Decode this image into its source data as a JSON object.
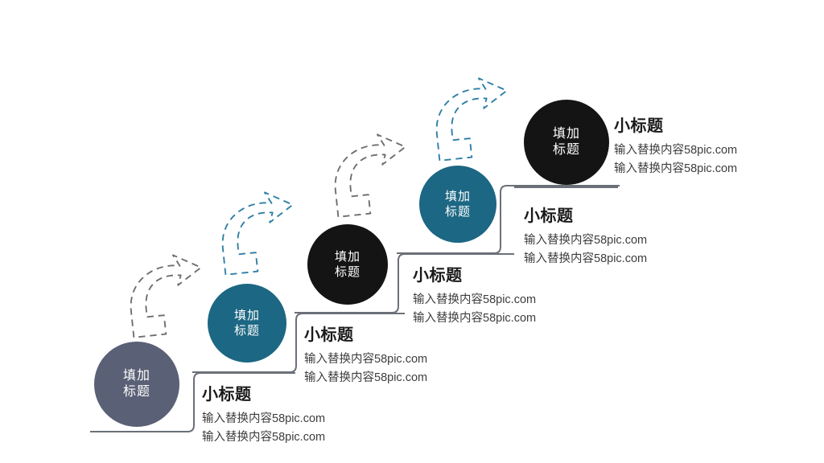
{
  "slide": {
    "background": "#ffffff",
    "palette": {
      "slate": "#5a6075",
      "teal": "#1c6783",
      "black": "#141414",
      "connector_line": "#6b7078",
      "arrow_gray": "#6e6e6e",
      "arrow_blue": "#2e7fa6",
      "heading_text": "#1a1a1a",
      "body_text": "#3d3d3d",
      "circle_text": "#ffffff"
    }
  },
  "steps": [
    {
      "id": "step-1",
      "circle": {
        "fill": "#5a6075",
        "lines": [
          "填加",
          "标题"
        ]
      },
      "text": {
        "heading": "小标题",
        "lines": [
          "输入替换内容58pic.com",
          "输入替换内容58pic.com"
        ]
      }
    },
    {
      "id": "step-2",
      "circle": {
        "fill": "#1c6783",
        "lines": [
          "填加",
          "标题"
        ]
      },
      "text": {
        "heading": "小标题",
        "lines": [
          "输入替换内容58pic.com",
          "输入替换内容58pic.com"
        ]
      }
    },
    {
      "id": "step-3",
      "circle": {
        "fill": "#141414",
        "lines": [
          "填加",
          "标题"
        ]
      },
      "text": {
        "heading": "小标题",
        "lines": [
          "输入替换内容58pic.com",
          "输入替换内容58pic.com"
        ]
      }
    },
    {
      "id": "step-4",
      "circle": {
        "fill": "#1c6783",
        "lines": [
          "填加",
          "标题"
        ]
      },
      "text": {
        "heading": "小标题",
        "lines": [
          "输入替换内容58pic.com",
          "输入替换内容58pic.com"
        ]
      }
    },
    {
      "id": "step-5",
      "circle": {
        "fill": "#141414",
        "lines": [
          "填加",
          "标题"
        ]
      },
      "text": {
        "heading": "小标题",
        "lines": [
          "输入替换内容58pic.com",
          "输入替换内容58pic.com"
        ]
      }
    }
  ],
  "arrows": [
    {
      "id": "arrow-1",
      "style": "dashed-curved",
      "color": "#6e6e6e"
    },
    {
      "id": "arrow-2",
      "style": "dashed-curved",
      "color": "#2e7fa6"
    },
    {
      "id": "arrow-3",
      "style": "dashed-curved",
      "color": "#6e6e6e"
    },
    {
      "id": "arrow-4",
      "style": "dashed-curved",
      "color": "#2e7fa6"
    }
  ]
}
